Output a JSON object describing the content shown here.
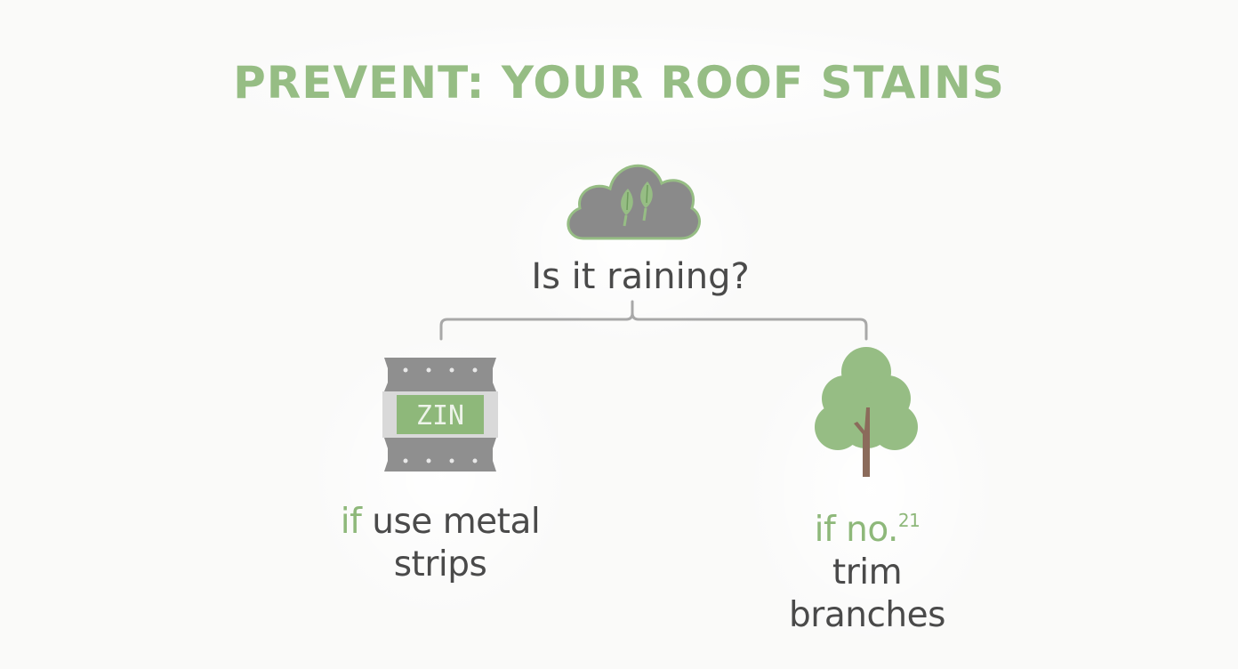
{
  "title": "PREVENT: YOUR ROOF STAINS",
  "root": {
    "question": "Is it raining?",
    "icon": "cloud-with-leaves-icon"
  },
  "branches": [
    {
      "icon": "zinc-strip-icon",
      "icon_text": "ZIN",
      "prefix": "if",
      "line1": "use metal",
      "line2": "strips"
    },
    {
      "icon": "tree-icon",
      "prefix": "if no.",
      "superscript": "21",
      "line1": "trim",
      "line2": "branches"
    }
  ],
  "colors": {
    "accent_green": "#96bd84",
    "cloud_gray": "#8a8a8a",
    "text": "#4a4a4a",
    "connector": "#a8a8a8",
    "trunk": "#8b6b5b"
  }
}
